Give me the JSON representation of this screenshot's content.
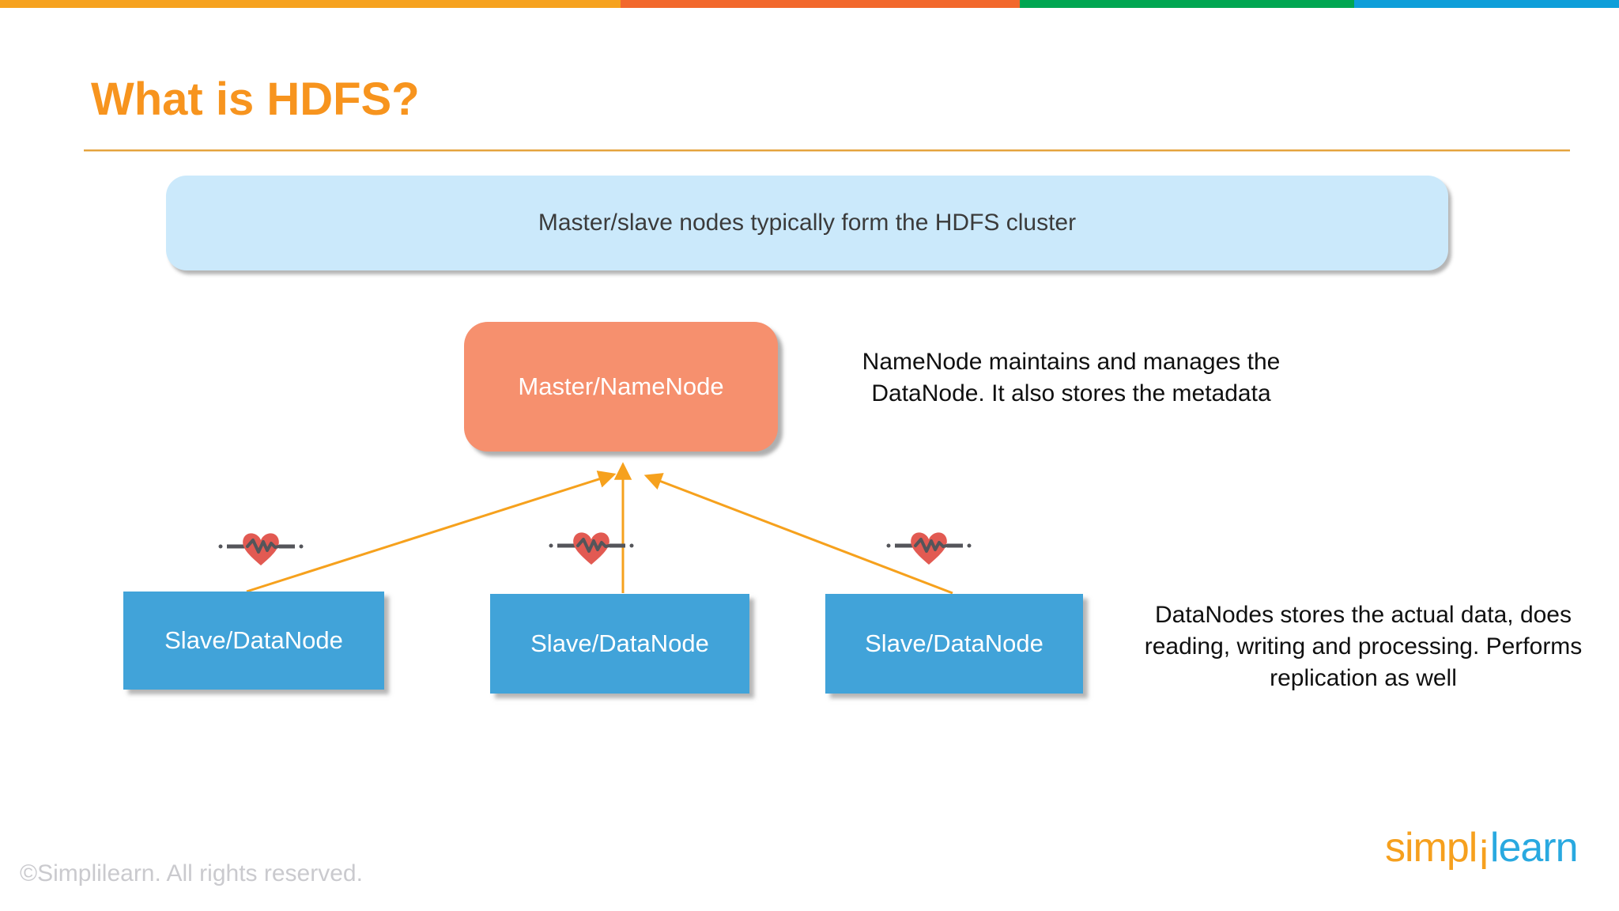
{
  "topbar": {
    "segments": [
      {
        "name": "amber",
        "color": "#F6A21E"
      },
      {
        "name": "orange",
        "color": "#F2682C"
      },
      {
        "name": "green",
        "color": "#00A651"
      },
      {
        "name": "blue",
        "color": "#0E9ED9"
      }
    ]
  },
  "header": {
    "title": "What is HDFS?",
    "title_color": "#F7941E",
    "rule_color": "#E5A33E"
  },
  "banner": {
    "text": "Master/slave nodes typically form the HDFS cluster",
    "bg_color": "#CBE9FB"
  },
  "diagram": {
    "master_node": {
      "label": "Master/NameNode",
      "color": "#F6906E"
    },
    "slave_nodes": [
      {
        "label": "Slave/DataNode"
      },
      {
        "label": "Slave/DataNode"
      },
      {
        "label": "Slave/DataNode"
      }
    ],
    "slave_color": "#41A3D9",
    "arrow_color": "#F6A11D",
    "heartbeat_icon": {
      "heart_color": "#E25A52",
      "pulse_line_color": "#54555A"
    }
  },
  "annotations": {
    "namenode_note": "NameNode maintains and manages the\nDataNode. It also stores the metadata",
    "datanode_note": "DataNodes stores the actual data, does\nreading, writing and processing. Performs\nreplication as well"
  },
  "footer": {
    "copyright": "©Simplilearn. All rights reserved."
  },
  "logo": {
    "part1": "simpl",
    "part2": "i",
    "part3": "learn",
    "part1_color": "#F6A01E",
    "part3_color": "#29A9E0"
  }
}
